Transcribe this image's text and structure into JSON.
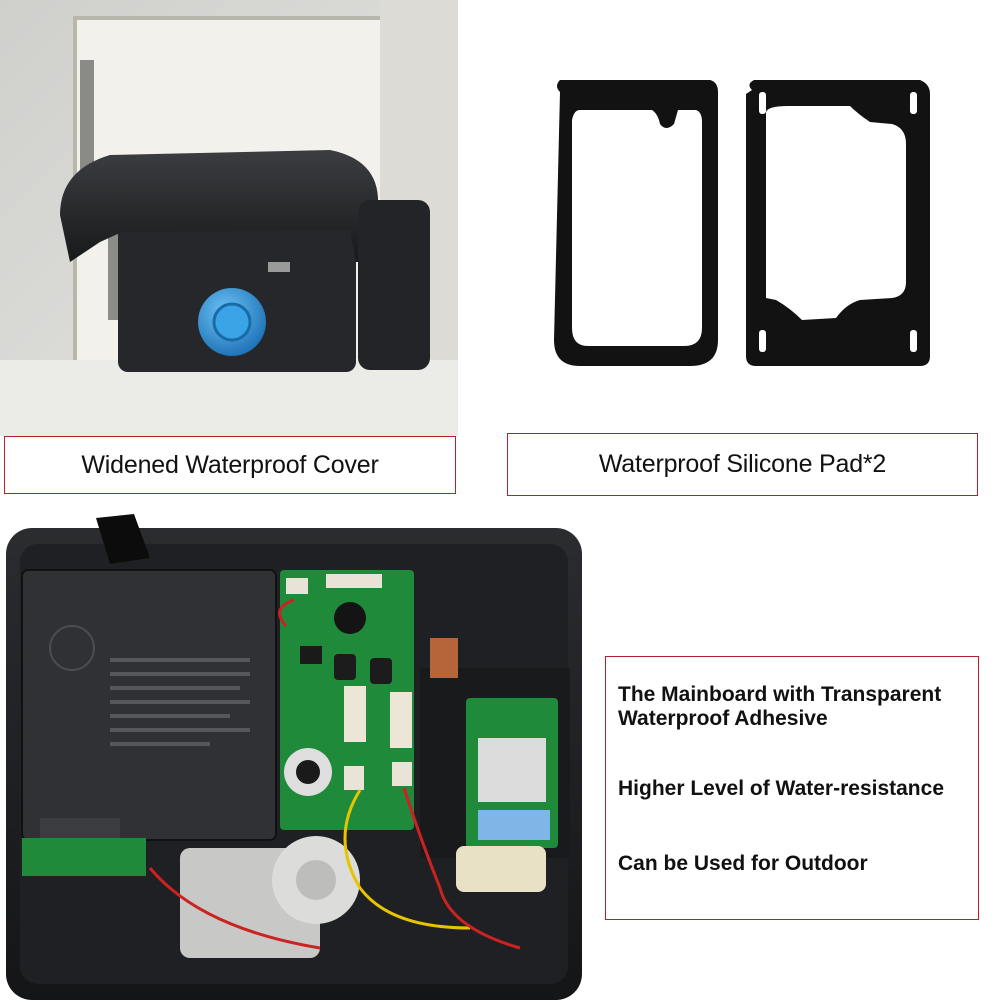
{
  "captions": {
    "cover": "Widened Waterproof Cover",
    "pad": "Waterproof Silicone Pad*2"
  },
  "features": {
    "line1a": "The Mainboard with Transparent",
    "line1b": "Waterproof Adhesive",
    "line2": "Higher Level of Water-resistance",
    "line3": "Can be Used for Outdoor"
  },
  "colors": {
    "frame_border": "#b8202a",
    "knob": "#2a8fd6",
    "pcb": "#1f8a3a",
    "lock_body": "#1d1f22"
  }
}
